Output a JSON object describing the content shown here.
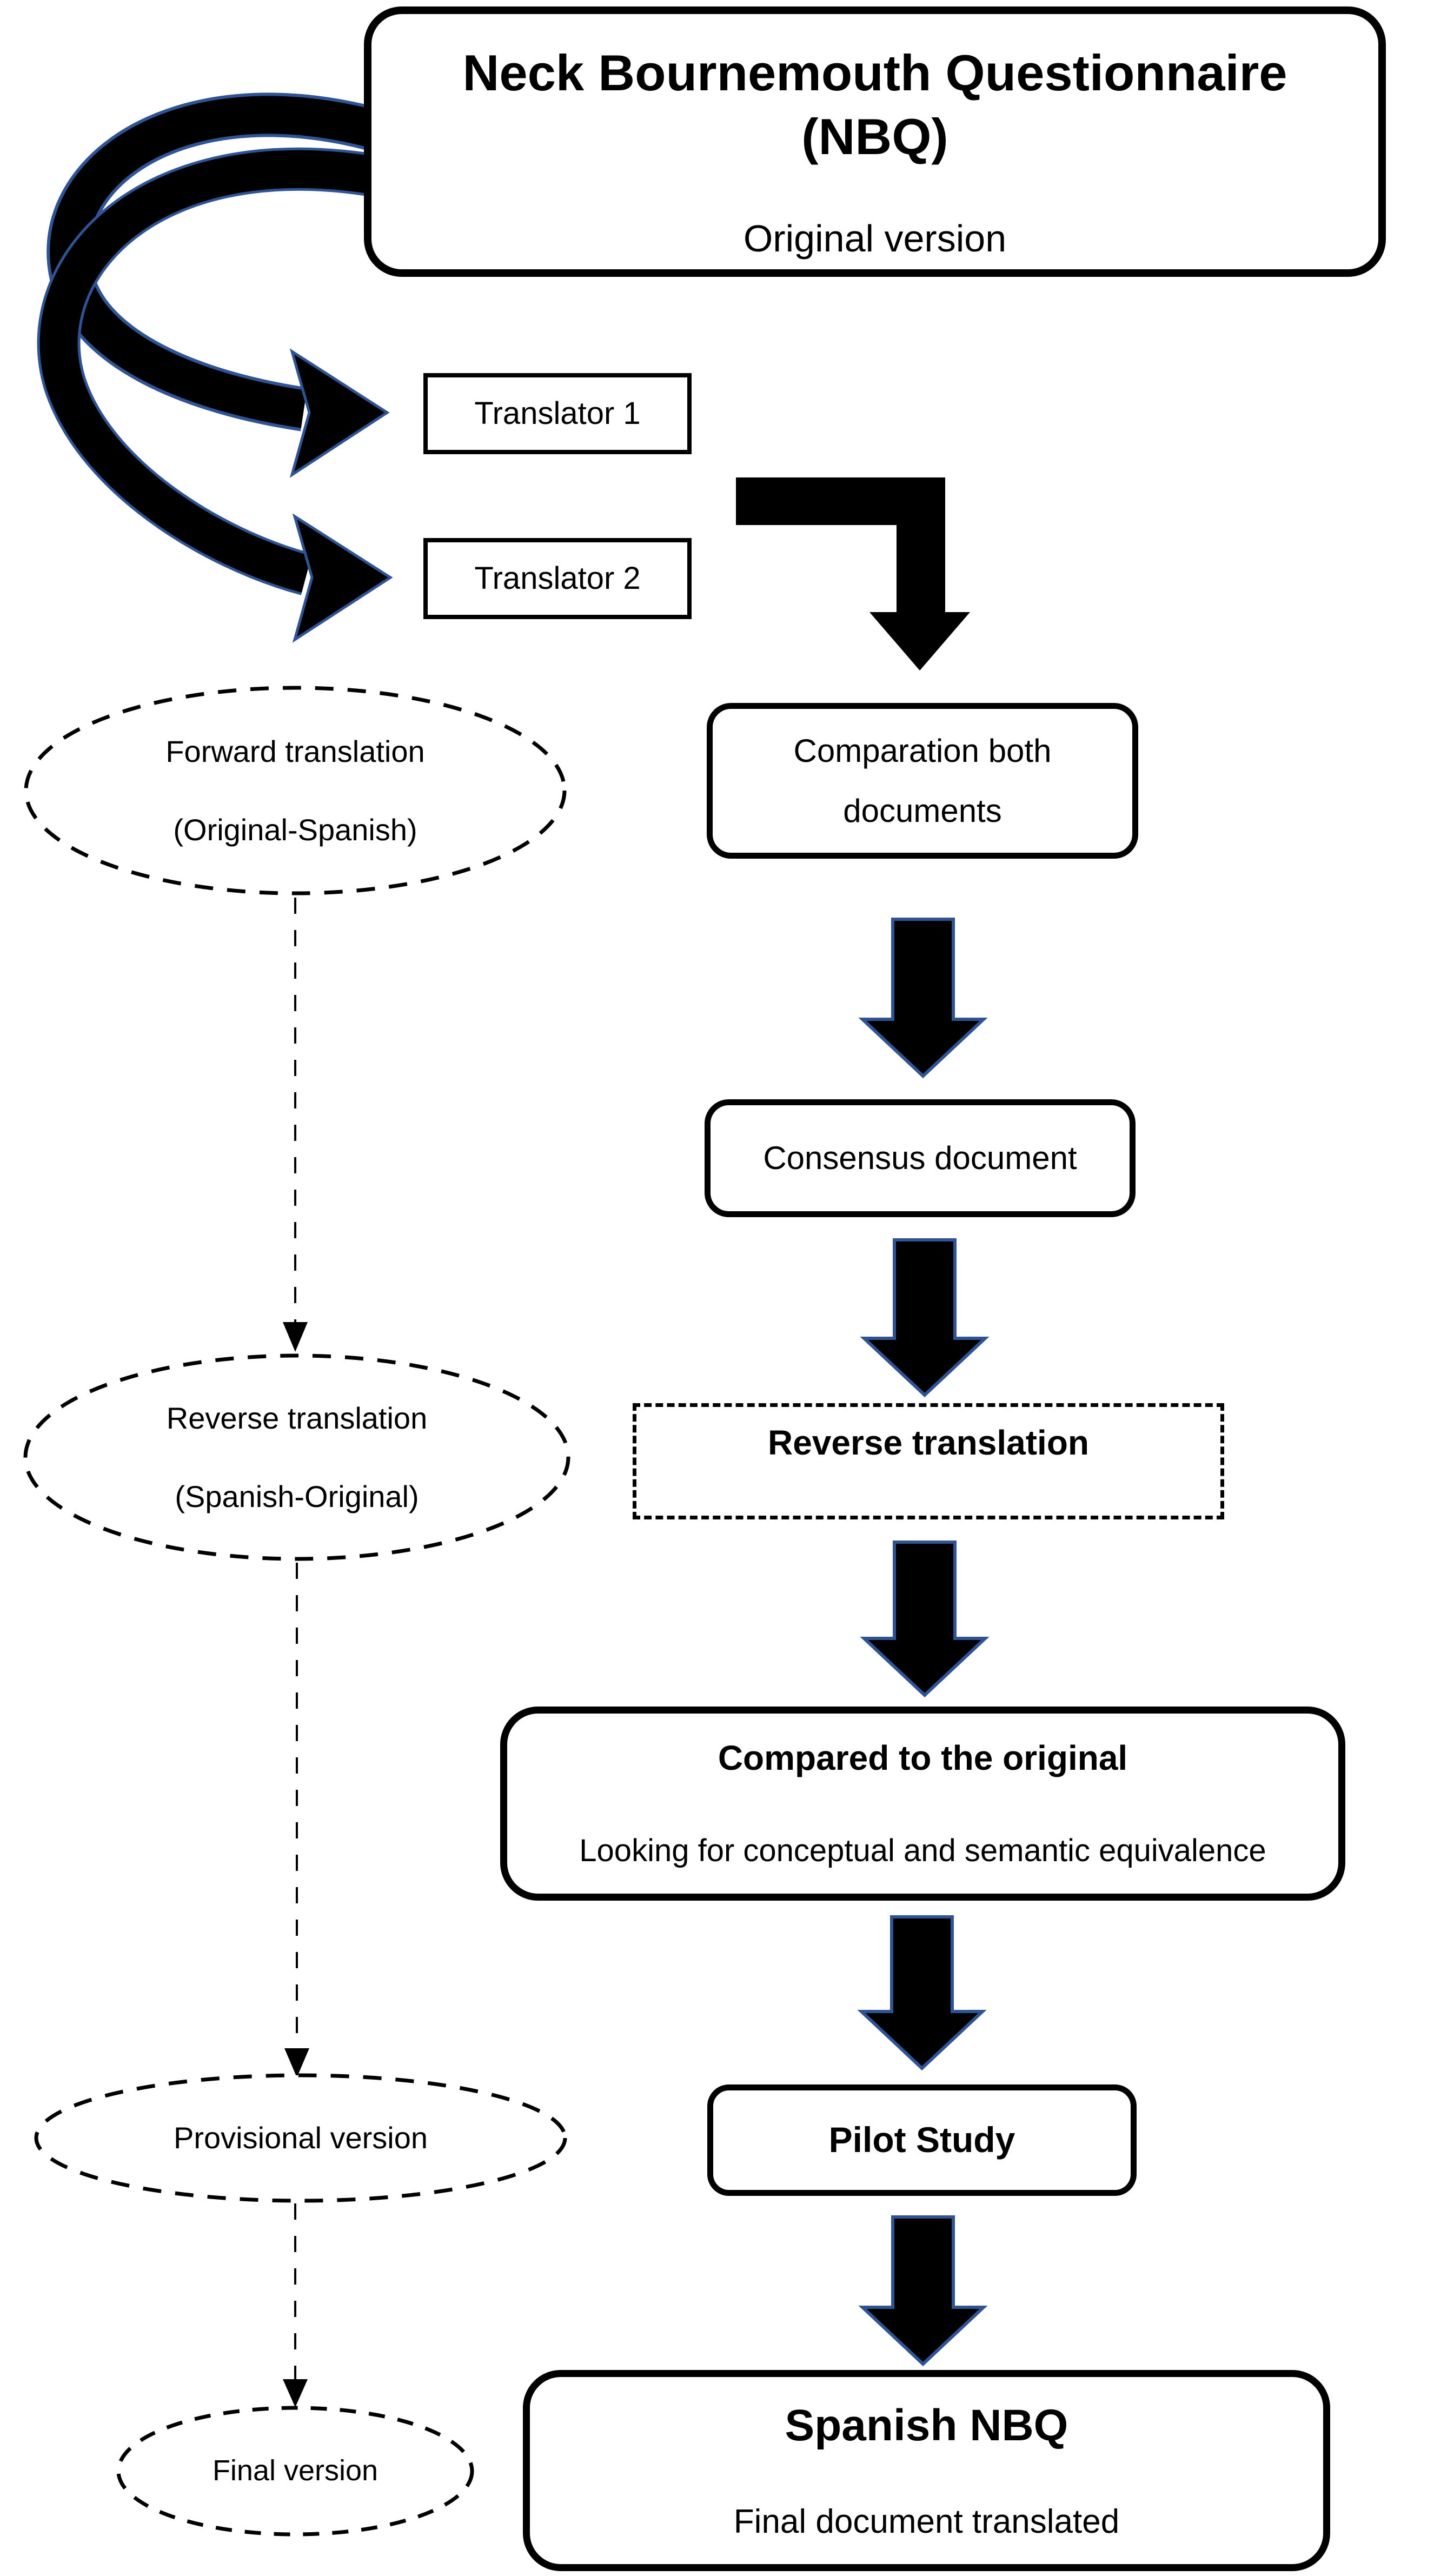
{
  "colors": {
    "ink": "#000000",
    "arrow-edge": "#2f5496",
    "bg": "#ffffff"
  },
  "top_box": {
    "title": "Neck Bournemouth Questionnaire",
    "title2": "(NBQ)",
    "subtitle": "Original version"
  },
  "translators": {
    "t1": "Translator 1",
    "t2": "Translator 2"
  },
  "process": {
    "comparation_line1": "Comparation both",
    "comparation_line2": "documents",
    "consensus": "Consensus document",
    "reverse_translation": "Reverse translation",
    "compared_title": "Compared to the original",
    "compared_subtitle": "Looking for conceptual and semantic equivalence",
    "pilot": "Pilot Study",
    "spanish_title": "Spanish NBQ",
    "spanish_subtitle": "Final document translated"
  },
  "stages": {
    "forward_line1": "Forward translation",
    "forward_line2": "(Original-Spanish)",
    "reverse_line1": "Reverse translation",
    "reverse_line2": "(Spanish-Original)",
    "provisional": "Provisional version",
    "final": "Final version"
  }
}
